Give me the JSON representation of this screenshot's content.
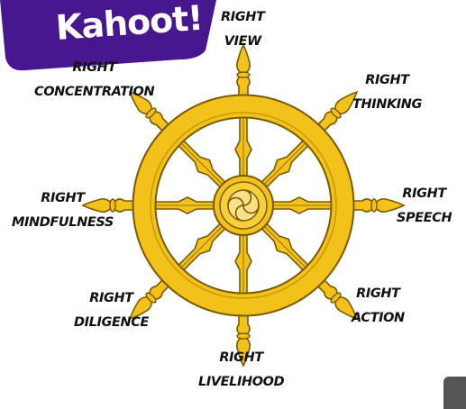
{
  "brand": {
    "name": "Kahoot!",
    "color": "#46178F"
  },
  "wheel": {
    "rim_color": "#F2C21B",
    "outline_color": "#7A5A00",
    "hub_icon": "yin-yang-swirl-icon"
  },
  "labels": {
    "view": {
      "line1": "RIGHT",
      "line2": "VIEW"
    },
    "thinking": {
      "line1": "RIGHT",
      "line2": "THINKING"
    },
    "speech": {
      "line1": "RIGHT",
      "line2": "SPEECH"
    },
    "action": {
      "line1": "RIGHT",
      "line2": "ACTION"
    },
    "livelihood": {
      "line1": "RIGHT",
      "line2": "LIVELIHOOD"
    },
    "diligence": {
      "line1": "RIGHT",
      "line2": "DILIGENCE"
    },
    "mindfulness": {
      "line1": "RIGHT",
      "line2": "MINDFULNESS"
    },
    "concentration": {
      "line1": "RIGHT",
      "line2": "CONCENTRATION"
    }
  }
}
